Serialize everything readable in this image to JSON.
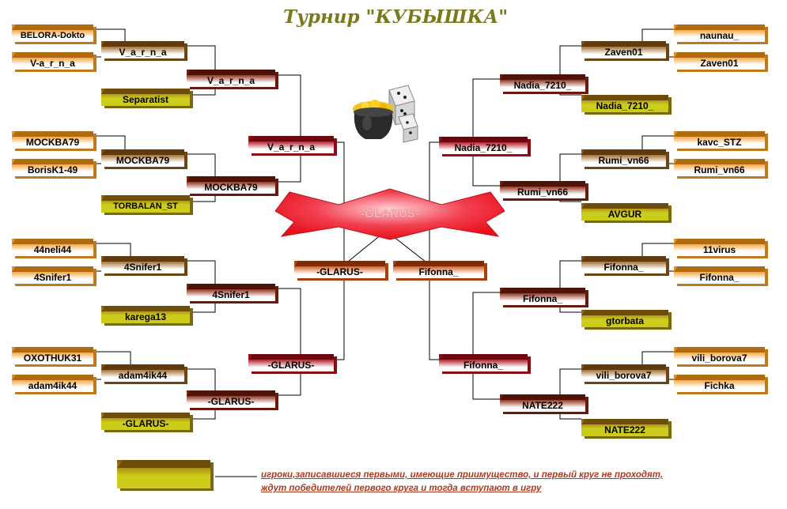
{
  "title": "Турнир \"КУБЫШКА\"",
  "champion": "-GLARUS-",
  "legend": {
    "line1": "игроки,записавшиеся первыми, имеющие приимущество, и первый круг не проходят,",
    "line2": "ждут победителей первого круга и тогда вступают в игру"
  },
  "left": {
    "r1": [
      "BELORA-Dokto",
      "V-a_r_n_a",
      "MOCKBA79",
      "BorisK1-49",
      "44neli44",
      "4Snifer1",
      "OXOTHUK31",
      "adam4ik44"
    ],
    "r2": [
      "V_a_r_n_a",
      "MOCKBA79",
      "4Snifer1",
      "adam4ik44"
    ],
    "seeds": [
      "Separatist",
      "TORBALAN_ST",
      "karega13",
      "-GLARUS-"
    ],
    "r3": [
      "V_a_r_n_a",
      "MOCKBA79",
      "4Snifer1",
      "-GLARUS-"
    ],
    "r4": [
      "V_a_r_n_a",
      "-GLARUS-"
    ],
    "semi": "-GLARUS-"
  },
  "right": {
    "r1": [
      "naunau_",
      "Zaven01",
      "kavc_STZ",
      "Rumi_vn66",
      "11virus",
      "Fifonna_",
      "vili_borova7",
      "Fichka"
    ],
    "r2": [
      "Zaven01",
      "Rumi_vn66",
      "Fifonna_",
      "vili_borova7"
    ],
    "seeds": [
      "Nadia_7210_",
      "AVGUR",
      "gtorbata",
      "NATE222"
    ],
    "r3": [
      "Nadia_7210_",
      "Rumi_vn66",
      "Fifonna_",
      "NATE222"
    ],
    "r4": [
      "Nadia_7210_",
      "Fifonna_"
    ],
    "semi": "Fifonna_"
  },
  "colors": {
    "title": "#7a7a1a",
    "champion_fill": "#e8101c",
    "legend_text": "#b03a20",
    "seed_fill": "#cccc1a"
  }
}
